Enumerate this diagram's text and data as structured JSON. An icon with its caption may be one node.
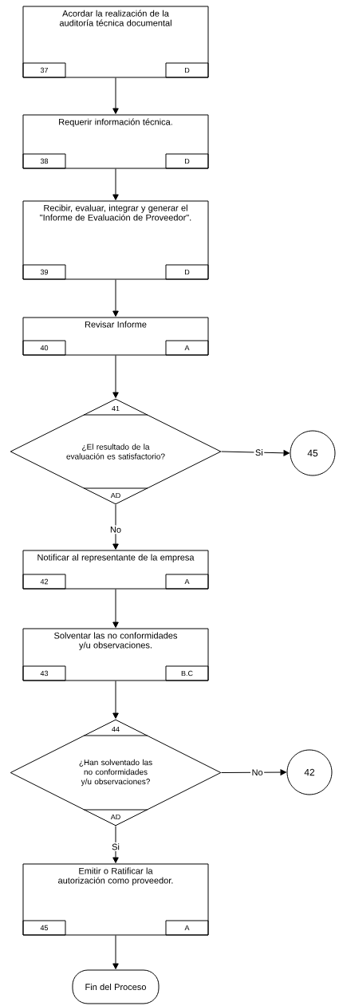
{
  "diagram": {
    "nodes": [
      {
        "text": [
          "Acordar la realización de la auditoría técnica documental",
          "37",
          "D"
        ]
      },
      {
        "text": [
          "Requerir información técnica.",
          "38",
          "D"
        ]
      },
      {
        "text": [
          "Recibir, evaluar, integrar y generar el \"Informe de Evaluación de Proveedor\".",
          "39",
          "D"
        ]
      },
      {
        "text": [
          "Revisar Informe",
          "40",
          "A"
        ]
      },
      {
        "text": [
          "41",
          "¿El resultado de la evaluación es satisfactorio?",
          "AD"
        ]
      },
      {
        "text": [
          "45"
        ]
      },
      {
        "text": [
          "Notificar al representante de la empresa",
          "42",
          "A"
        ]
      },
      {
        "text": [
          "Solventar las no conformidades y/u observaciones.",
          "43",
          "B.C"
        ]
      },
      {
        "text": [
          "44",
          "¿Han solventado las no conformidades y/u observaciones?",
          "AD"
        ]
      },
      {
        "text": [
          "42"
        ]
      },
      {
        "text": [
          "Emitir o Ratificar la autorización como proveedor.",
          "45",
          "A"
        ]
      },
      {
        "text": [
          "Fin del Proceso"
        ]
      }
    ],
    "edges": [
      {
        "from": 0,
        "to": 1,
        "arrow": "to"
      },
      {
        "from": 1,
        "to": 2,
        "arrow": "to"
      },
      {
        "from": 2,
        "to": 3,
        "arrow": "to"
      },
      {
        "from": 3,
        "to": 4,
        "arrow": "to"
      },
      {
        "from": 4,
        "to": 5,
        "arrow": "to",
        "label": "Si"
      },
      {
        "from": 4,
        "to": 6,
        "arrow": "to",
        "label": "No"
      },
      {
        "from": 6,
        "to": 7,
        "arrow": "to"
      },
      {
        "from": 7,
        "to": 8,
        "arrow": "to"
      },
      {
        "from": 8,
        "to": 9,
        "arrow": "to",
        "label": "No"
      },
      {
        "from": 8,
        "to": 10,
        "arrow": "to",
        "label": "Si"
      },
      {
        "from": 10,
        "to": 11,
        "arrow": "to"
      }
    ]
  }
}
